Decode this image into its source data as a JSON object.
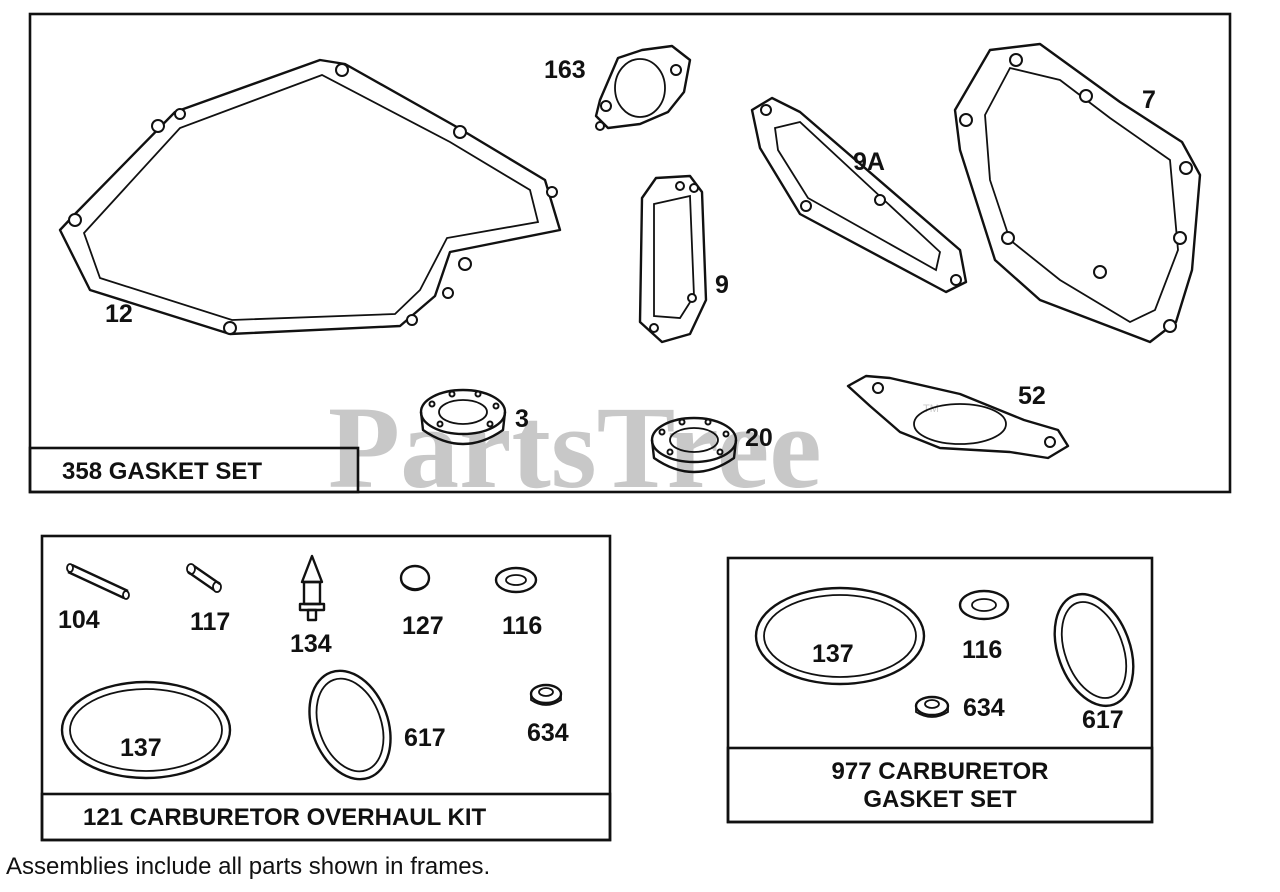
{
  "watermark": {
    "text": "PartsTree",
    "tm": "TM"
  },
  "frames": {
    "gasket_set": {
      "title": "358 GASKET SET",
      "parts": {
        "p12": "12",
        "p163": "163",
        "p9": "9",
        "p9a": "9A",
        "p7": "7",
        "p3": "3",
        "p20": "20",
        "p52": "52"
      }
    },
    "overhaul_kit": {
      "title": "121 CARBURETOR OVERHAUL KIT",
      "parts": {
        "p104": "104",
        "p117": "117",
        "p134": "134",
        "p127": "127",
        "p116": "116",
        "p137": "137",
        "p617": "617",
        "p634": "634"
      }
    },
    "carb_gasket_set": {
      "title_line1": "977 CARBURETOR",
      "title_line2": "GASKET SET",
      "parts": {
        "p137": "137",
        "p116": "116",
        "p634": "634",
        "p617": "617"
      }
    }
  },
  "footer": "Assemblies include all parts shown in frames."
}
